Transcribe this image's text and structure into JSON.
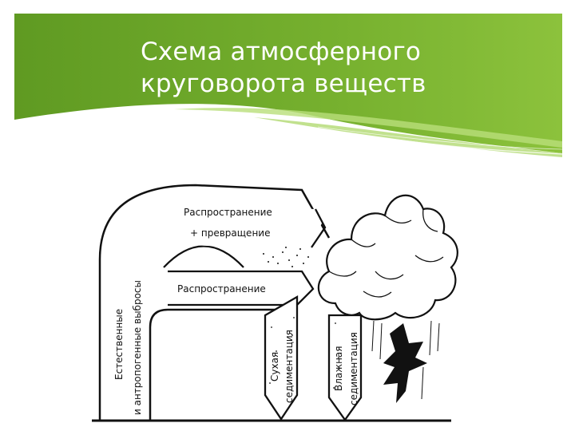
{
  "slide": {
    "title_line1": "Схема атмосферного",
    "title_line2": "круговорота веществ"
  },
  "diagram": {
    "emissions_label_line1": "Естественные",
    "emissions_label_line2": "и  антропогенные выбросы",
    "upper_arrow_line1": "Распространение",
    "upper_arrow_line2": "+ превращение",
    "lower_arrow": "Распространение",
    "dry_line1": "Сухая",
    "dry_line2": "седиментация",
    "wet_line1": "Влажная",
    "wet_line2": "седиментация"
  },
  "colors": {
    "header_green": "#6fa82a",
    "header_light": "#9ccc4a",
    "ink": "#111111"
  }
}
